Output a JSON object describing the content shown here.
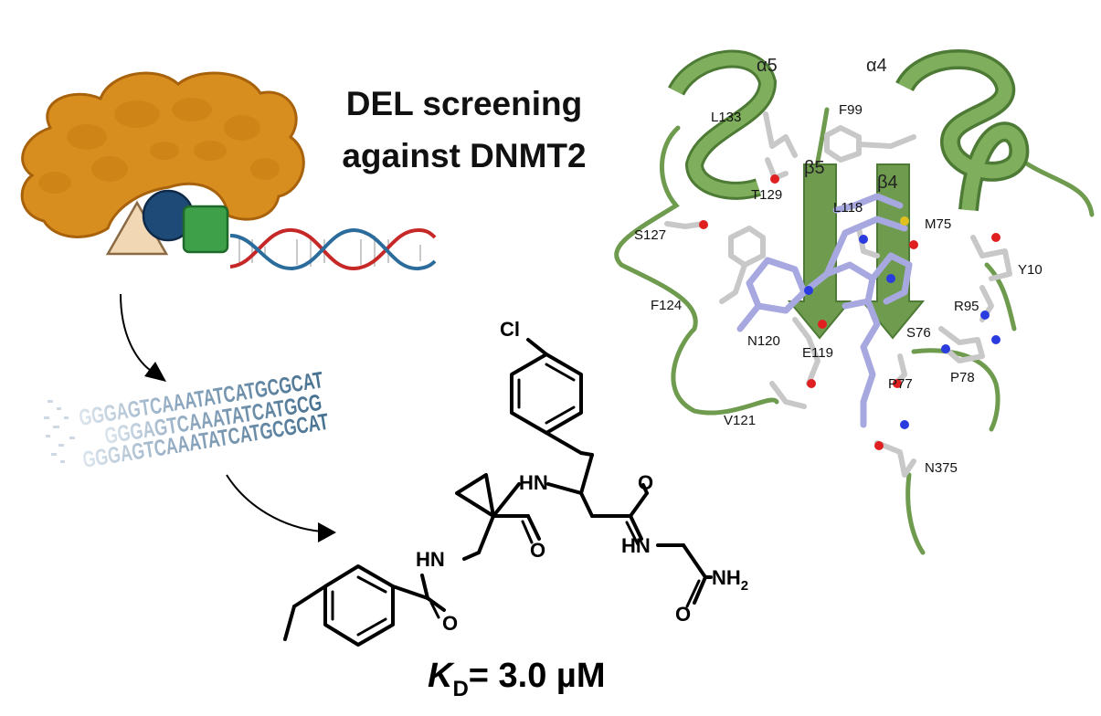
{
  "title": {
    "line1": "DEL screening",
    "line2": "against DNMT2"
  },
  "sequence": {
    "row1": "GGGAGTCAAATATCATGCGCAT",
    "row2": "GGGAGTCAAATATCATGCG",
    "row3": "GGGAGTCAAATATCATGCGCAT"
  },
  "compound": {
    "atoms": {
      "cl": "Cl",
      "hn_top": "HN",
      "o_amide1": "O",
      "o_amide2": "O",
      "hn_middle": "HN",
      "hn_left": "HN",
      "o_benzamide": "O",
      "o_glycinamide": "O",
      "nh2": "NH",
      "nh2_sub": "2"
    },
    "kd": {
      "symbol": "K",
      "subscript": "D",
      "value": "= 3.0 µM"
    }
  },
  "protein": {
    "helices": [
      "α5",
      "α4"
    ],
    "strands": [
      "β5",
      "β4"
    ],
    "residues": [
      "L133",
      "F99",
      "T129",
      "L118",
      "M75",
      "S127",
      "Y10",
      "F124",
      "R95",
      "N120",
      "S76",
      "E119",
      "P77",
      "P78",
      "V121",
      "N375"
    ]
  },
  "colors": {
    "enzyme": "#d88e1e",
    "enzyme_outline": "#a8620c",
    "circle": "#1e4a78",
    "square": "#3fa04a",
    "triangle": "#f1d7b4",
    "dna_red": "#c62828",
    "dna_blue": "#2b6c9c",
    "ribbon": "#6e9b4e",
    "ligand": "#a6a8df",
    "sidechain": "#c8c8c8",
    "oxygen": "#e02020",
    "nitrogen": "#2a3ce0",
    "sulfur": "#e0c020"
  }
}
